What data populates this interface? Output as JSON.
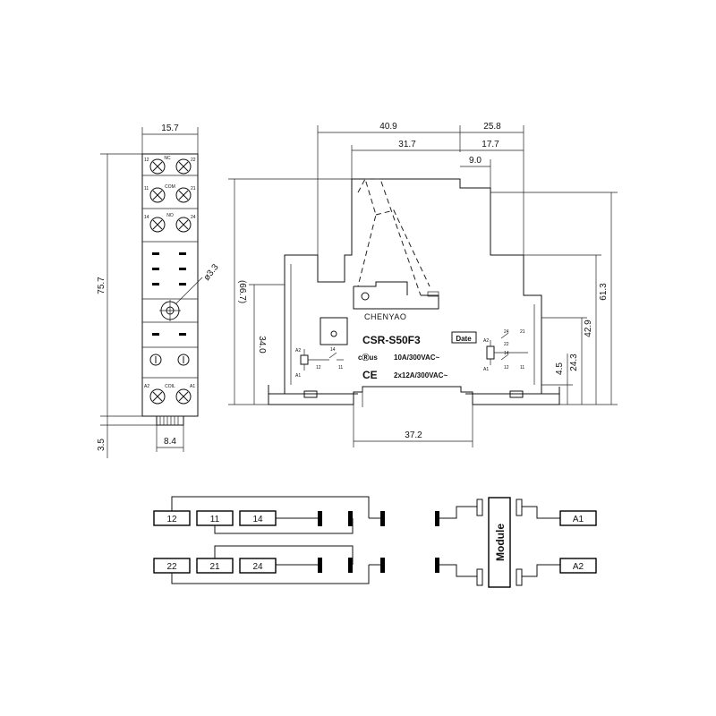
{
  "front_view": {
    "width_dim": "15.7",
    "height_dim": "75.7",
    "hole_dim": "ø3.3",
    "clip_dim": "8.4",
    "clip_height_dim": "3.5",
    "terminal_labels": {
      "t12": "12",
      "t22": "22",
      "nc": "NC",
      "t11": "11",
      "t21": "21",
      "com": "COM",
      "t14": "14",
      "t24": "24",
      "no": "NO",
      "a2": "A2",
      "coil": "COIL",
      "a1": "A1"
    }
  },
  "side_view": {
    "dims": {
      "w409": "40.9",
      "w258": "25.8",
      "w317": "31.7",
      "w177": "17.7",
      "w90": "9.0",
      "w372": "37.2",
      "h667": "(66.7)",
      "h340": "34.0",
      "h613": "61.3",
      "h429": "42.9",
      "h243": "24.3",
      "h45": "4.5"
    },
    "brand": "CHENYAO",
    "model": "CSR-S50F3",
    "date_label": "Date",
    "ul_mark": "cⓇus",
    "ce_mark": "CE",
    "rating_1": "10A/300VAC~",
    "rating_2": "2x12A/300VAC~",
    "sym_left": {
      "a2": "A2",
      "a1": "A1",
      "n14": "14",
      "n11": "11",
      "n12": "12"
    },
    "sym_right": {
      "a2": "A2",
      "a1": "A1",
      "n24": "24",
      "n21": "21",
      "n22": "22",
      "n14": "14",
      "n11": "11",
      "n12": "12"
    }
  },
  "wiring": {
    "terminals_row1": [
      "12",
      "11",
      "14"
    ],
    "terminals_row2": [
      "22",
      "21",
      "24"
    ],
    "module_label": "Module",
    "coil_labels": [
      "A1",
      "A2"
    ]
  }
}
